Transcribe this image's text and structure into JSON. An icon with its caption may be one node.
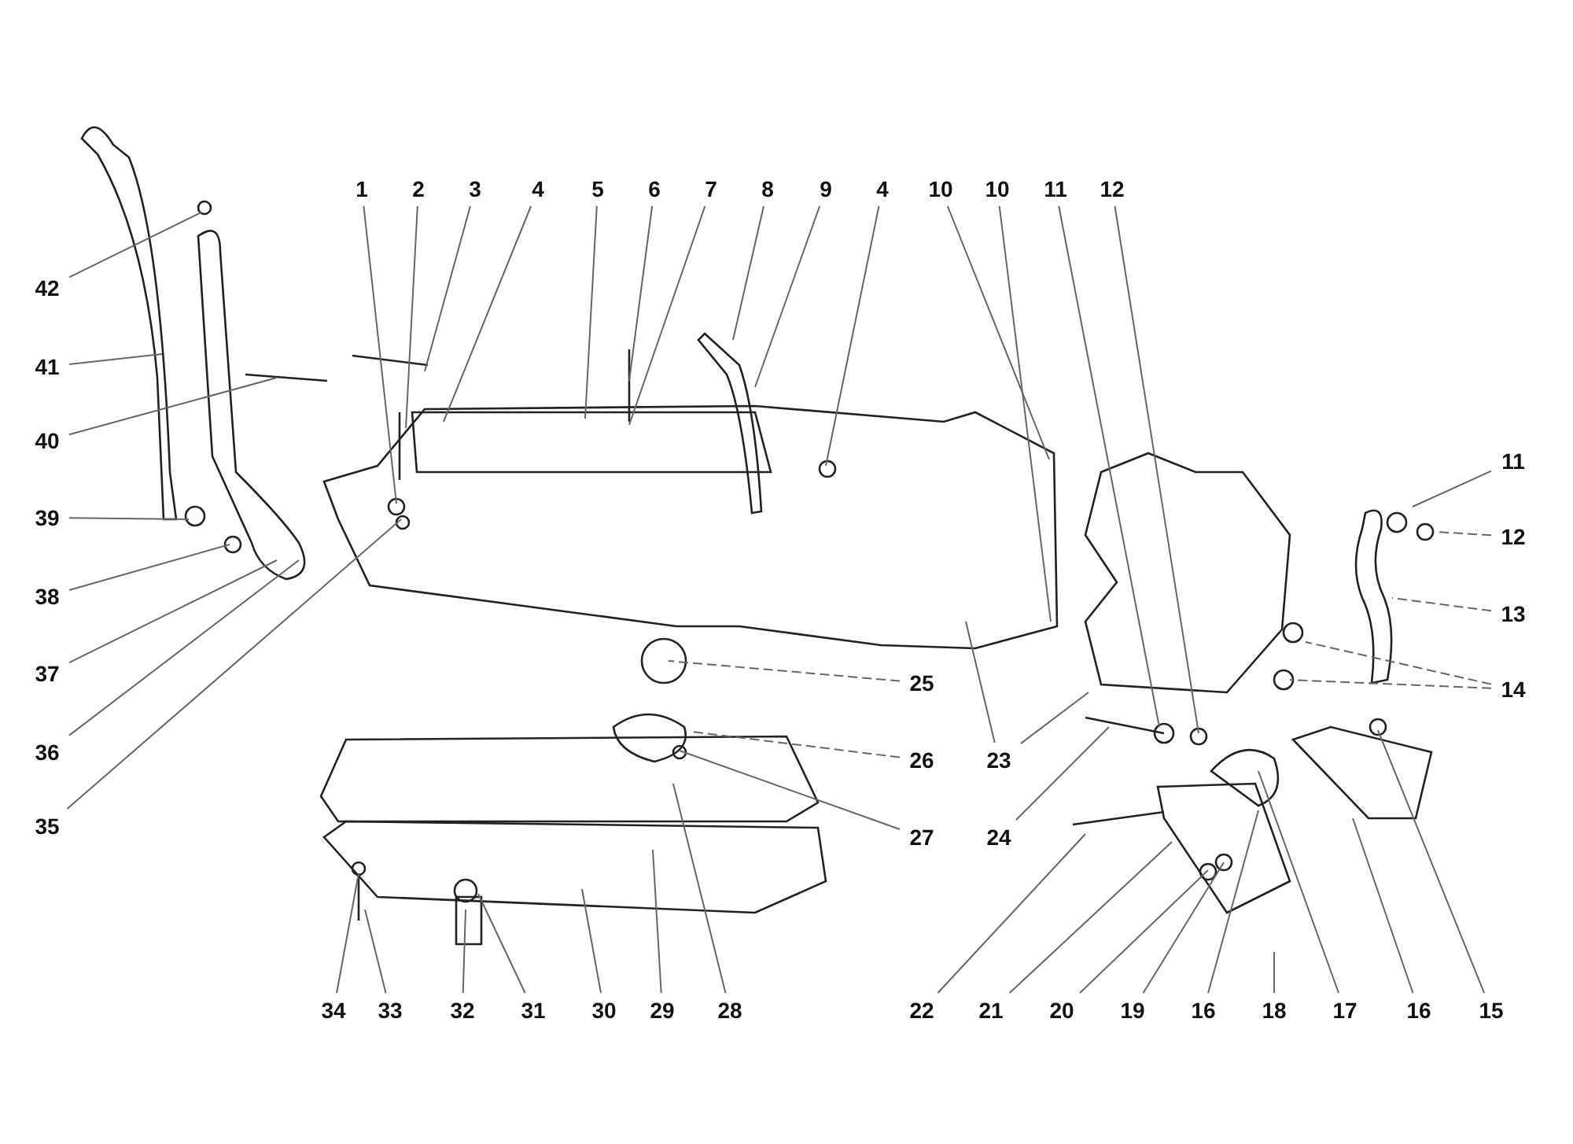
{
  "diagram": {
    "nodes": [
      {
        "text": [
          "1"
        ]
      },
      {
        "text": [
          "2"
        ]
      },
      {
        "text": [
          "3"
        ]
      },
      {
        "text": [
          "4"
        ]
      },
      {
        "text": [
          "5"
        ]
      },
      {
        "text": [
          "6"
        ]
      },
      {
        "text": [
          "7"
        ]
      },
      {
        "text": [
          "8"
        ]
      },
      {
        "text": [
          "9"
        ]
      },
      {
        "text": [
          "4"
        ]
      },
      {
        "text": [
          "10"
        ]
      },
      {
        "text": [
          "10"
        ]
      },
      {
        "text": [
          "11"
        ]
      },
      {
        "text": [
          "12"
        ]
      },
      {
        "text": [
          "42"
        ]
      },
      {
        "text": [
          "41"
        ]
      },
      {
        "text": [
          "40"
        ]
      },
      {
        "text": [
          "39"
        ]
      },
      {
        "text": [
          "38"
        ]
      },
      {
        "text": [
          "37"
        ]
      },
      {
        "text": [
          "36"
        ]
      },
      {
        "text": [
          "35"
        ]
      },
      {
        "text": [
          "11"
        ]
      },
      {
        "text": [
          "12"
        ]
      },
      {
        "text": [
          "13"
        ]
      },
      {
        "text": [
          "14"
        ]
      },
      {
        "text": [
          "25"
        ]
      },
      {
        "text": [
          "26"
        ]
      },
      {
        "text": [
          "27"
        ]
      },
      {
        "text": [
          "23"
        ]
      },
      {
        "text": [
          "24"
        ]
      },
      {
        "text": [
          "34"
        ]
      },
      {
        "text": [
          "33"
        ]
      },
      {
        "text": [
          "32"
        ]
      },
      {
        "text": [
          "31"
        ]
      },
      {
        "text": [
          "30"
        ]
      },
      {
        "text": [
          "29"
        ]
      },
      {
        "text": [
          "28"
        ]
      },
      {
        "text": [
          "22"
        ]
      },
      {
        "text": [
          "21"
        ]
      },
      {
        "text": [
          "20"
        ]
      },
      {
        "text": [
          "19"
        ]
      },
      {
        "text": [
          "16"
        ]
      },
      {
        "text": [
          "18"
        ]
      },
      {
        "text": [
          "17"
        ]
      },
      {
        "text": [
          "16"
        ]
      },
      {
        "text": [
          "15"
        ]
      }
    ],
    "edges": [
      {
        "from": 0,
        "to": null,
        "arrow": "none"
      },
      {
        "from": 1,
        "to": null,
        "arrow": "none"
      },
      {
        "from": 2,
        "to": null,
        "arrow": "none"
      },
      {
        "from": 3,
        "to": null,
        "arrow": "none"
      },
      {
        "from": 4,
        "to": null,
        "arrow": "none"
      },
      {
        "from": 5,
        "to": null,
        "arrow": "none"
      },
      {
        "from": 6,
        "to": null,
        "arrow": "none"
      },
      {
        "from": 7,
        "to": null,
        "arrow": "none"
      },
      {
        "from": 8,
        "to": null,
        "arrow": "none"
      },
      {
        "from": 9,
        "to": null,
        "arrow": "none"
      },
      {
        "from": 10,
        "to": null,
        "arrow": "none"
      },
      {
        "from": 11,
        "to": null,
        "arrow": "none"
      },
      {
        "from": 12,
        "to": null,
        "arrow": "none"
      },
      {
        "from": 13,
        "to": null,
        "arrow": "none"
      },
      {
        "from": 14,
        "to": null,
        "arrow": "none"
      },
      {
        "from": 15,
        "to": null,
        "arrow": "none"
      },
      {
        "from": 16,
        "to": null,
        "arrow": "none"
      },
      {
        "from": 17,
        "to": null,
        "arrow": "none"
      },
      {
        "from": 18,
        "to": null,
        "arrow": "none"
      },
      {
        "from": 19,
        "to": null,
        "arrow": "none"
      },
      {
        "from": 20,
        "to": null,
        "arrow": "none"
      },
      {
        "from": 21,
        "to": null,
        "arrow": "none"
      },
      {
        "from": 22,
        "to": null,
        "arrow": "none"
      },
      {
        "from": 23,
        "to": null,
        "arrow": "none",
        "style": "dashed"
      },
      {
        "from": 24,
        "to": null,
        "arrow": "none",
        "style": "dashed"
      },
      {
        "from": 25,
        "to": null,
        "arrow": "none",
        "style": "dashed"
      },
      {
        "from": 25,
        "to": null,
        "arrow": "none",
        "style": "dashed"
      },
      {
        "from": 26,
        "to": null,
        "arrow": "none",
        "style": "dashed"
      },
      {
        "from": 27,
        "to": null,
        "arrow": "none",
        "style": "dashed"
      },
      {
        "from": 28,
        "to": null,
        "arrow": "none"
      },
      {
        "from": 29,
        "to": null,
        "arrow": "none"
      },
      {
        "from": 29,
        "to": null,
        "arrow": "none"
      },
      {
        "from": 30,
        "to": null,
        "arrow": "none"
      },
      {
        "from": 31,
        "to": null,
        "arrow": "none"
      },
      {
        "from": 32,
        "to": null,
        "arrow": "none"
      },
      {
        "from": 33,
        "to": null,
        "arrow": "none"
      },
      {
        "from": 34,
        "to": null,
        "arrow": "none"
      },
      {
        "from": 35,
        "to": null,
        "arrow": "none"
      },
      {
        "from": 36,
        "to": null,
        "arrow": "none"
      },
      {
        "from": 37,
        "to": null,
        "arrow": "none"
      },
      {
        "from": 38,
        "to": null,
        "arrow": "none"
      },
      {
        "from": 39,
        "to": null,
        "arrow": "none"
      },
      {
        "from": 40,
        "to": null,
        "arrow": "none"
      },
      {
        "from": 41,
        "to": null,
        "arrow": "none"
      },
      {
        "from": 42,
        "to": null,
        "arrow": "none"
      },
      {
        "from": 43,
        "to": null,
        "arrow": "none"
      },
      {
        "from": 44,
        "to": null,
        "arrow": "none"
      },
      {
        "from": 45,
        "to": null,
        "arrow": "none"
      },
      {
        "from": 46,
        "to": null,
        "arrow": "none"
      }
    ]
  }
}
